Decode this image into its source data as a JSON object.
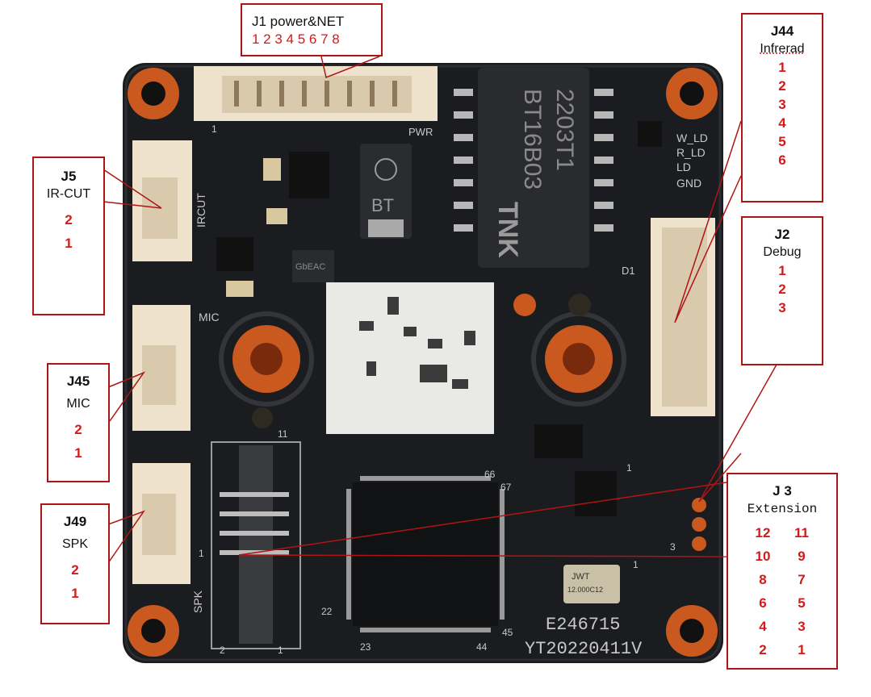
{
  "colors": {
    "pcb": "#1b1c1f",
    "pad_copper": "#c9591e",
    "connector": "#efe2cc",
    "callout_border": "#b01515",
    "pin_text": "#d21a1a"
  },
  "callouts": {
    "j1": {
      "title": "J1 power&NET",
      "pins": "1 2 3 4 5 6 7 8"
    },
    "j44": {
      "title": "J44",
      "subtitle": "Infrerad",
      "pins": [
        "1",
        "2",
        "3",
        "4",
        "5",
        "6"
      ]
    },
    "j5": {
      "title": "J5",
      "subtitle": "IR-CUT",
      "pins": [
        "2",
        "1"
      ]
    },
    "j2": {
      "title": "J2",
      "subtitle": "Debug",
      "pins": [
        "1",
        "2",
        "3"
      ]
    },
    "j45": {
      "title": "J45",
      "subtitle": "MIC",
      "pins": [
        "2",
        "1"
      ]
    },
    "j49": {
      "title": "J49",
      "subtitle": "SPK",
      "pins": [
        "2",
        "1"
      ]
    },
    "j3": {
      "title": "J 3",
      "subtitle": "Extension",
      "pairs": [
        [
          "12",
          "11"
        ],
        [
          "10",
          "9"
        ],
        [
          "8",
          "7"
        ],
        [
          "6",
          "5"
        ],
        [
          "4",
          "3"
        ],
        [
          "2",
          "1"
        ]
      ]
    }
  },
  "board": {
    "transformer_line1": "2203T1",
    "transformer_line2": "BT16B03",
    "transformer_brand": "TNK",
    "diode_label": "BT",
    "crystal_label": "JWT",
    "crystal_freq": "12.000C12",
    "part_code": "E246715",
    "board_id": "YT20220411V",
    "ic_label": "GbEAC",
    "silk_ircut": "IRCUT",
    "silk_mic": "MIC",
    "silk_spk": "SPK",
    "silk_pwr": "PWR",
    "silk_wld": "W_LD",
    "silk_rld": "R_LD",
    "silk_ld": "LD",
    "silk_gnd": "GND",
    "silk_1a": "1",
    "silk_1b": "1",
    "silk_1c": "1",
    "silk_1d": "1",
    "silk_1e": "1",
    "silk_3": "3",
    "silk_11": "11",
    "silk_22": "22",
    "silk_23": "23",
    "silk_44": "44",
    "silk_45": "45",
    "silk_66": "66",
    "silk_67": "67",
    "silk_2": "2",
    "silk_d1": "D1"
  }
}
